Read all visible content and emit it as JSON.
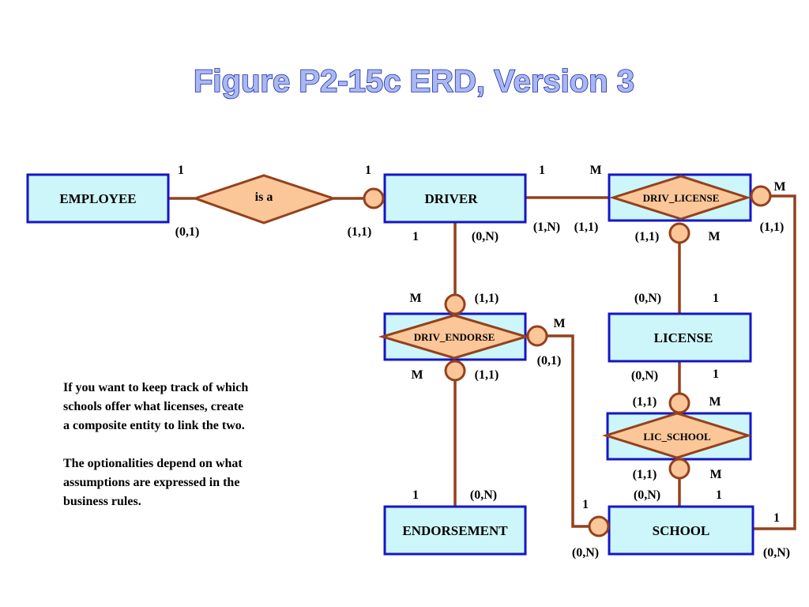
{
  "title": "Figure P2-15c ERD, Version 3",
  "entities": {
    "employee": "EMPLOYEE",
    "driver": "DRIVER",
    "license": "LICENSE",
    "endorsement": "ENDORSEMENT",
    "school": "SCHOOL"
  },
  "relationships": {
    "is_a": "is a",
    "driv_license": "DRIV_LICENSE",
    "driv_endorse": "DRIV_ENDORSE",
    "lic_school": "LIC_SCHOOL"
  },
  "labels": {
    "emp_isa_card": "1",
    "emp_isa_opt": "(0,1)",
    "isa_driver_card": "1",
    "isa_driver_opt": "(1,1)",
    "drv_dl_card": "1",
    "drv_dl_opt": "(1,N)",
    "dl_drv_card": "M",
    "dl_drv_opt": "(1,1)",
    "dl_school_card": "M",
    "dl_school_opt": "(1,1)",
    "dl_lic_opt": "(1,1)",
    "dl_lic_card": "M",
    "lic_dl_opt": "(0,N)",
    "lic_dl_card": "1",
    "drv_de_card": "1",
    "drv_de_opt": "(0,N)",
    "de_drv_card": "M",
    "de_drv_opt": "(1,1)",
    "de_school_card": "M",
    "de_school_opt": "(0,1)",
    "de_end_card": "M",
    "de_end_opt": "(1,1)",
    "end_de_card": "1",
    "end_de_opt": "(0,N)",
    "lic_ls_opt": "(0,N)",
    "lic_ls_card": "1",
    "ls_lic_opt": "(1,1)",
    "ls_lic_card": "M",
    "ls_school_opt": "(1,1)",
    "ls_school_card": "M",
    "school_ls_opt": "(0,N)",
    "school_ls_card": "1",
    "school_de_card": "1",
    "school_de_opt": "(0,N)",
    "school_dl_card": "1",
    "school_dl_opt": "(0,N)"
  },
  "note": {
    "para1_line1": "If you want to keep track of which",
    "para1_line2": "schools offer what licenses,  create",
    "para1_line3": "a composite entity to link the two.",
    "para2_line1": "The optionalities  depend on what",
    "para2_line2": "assumptions are  expressed  in the",
    "para2_line3": "business rules."
  },
  "colors": {
    "entity_fill": "#cdf6fb",
    "entity_border": "#1515c9",
    "relationship_fill": "#fbc698",
    "relationship_border": "#94411c",
    "title_fill": "#aab8f2",
    "title_outline": "#1a2aa8"
  }
}
